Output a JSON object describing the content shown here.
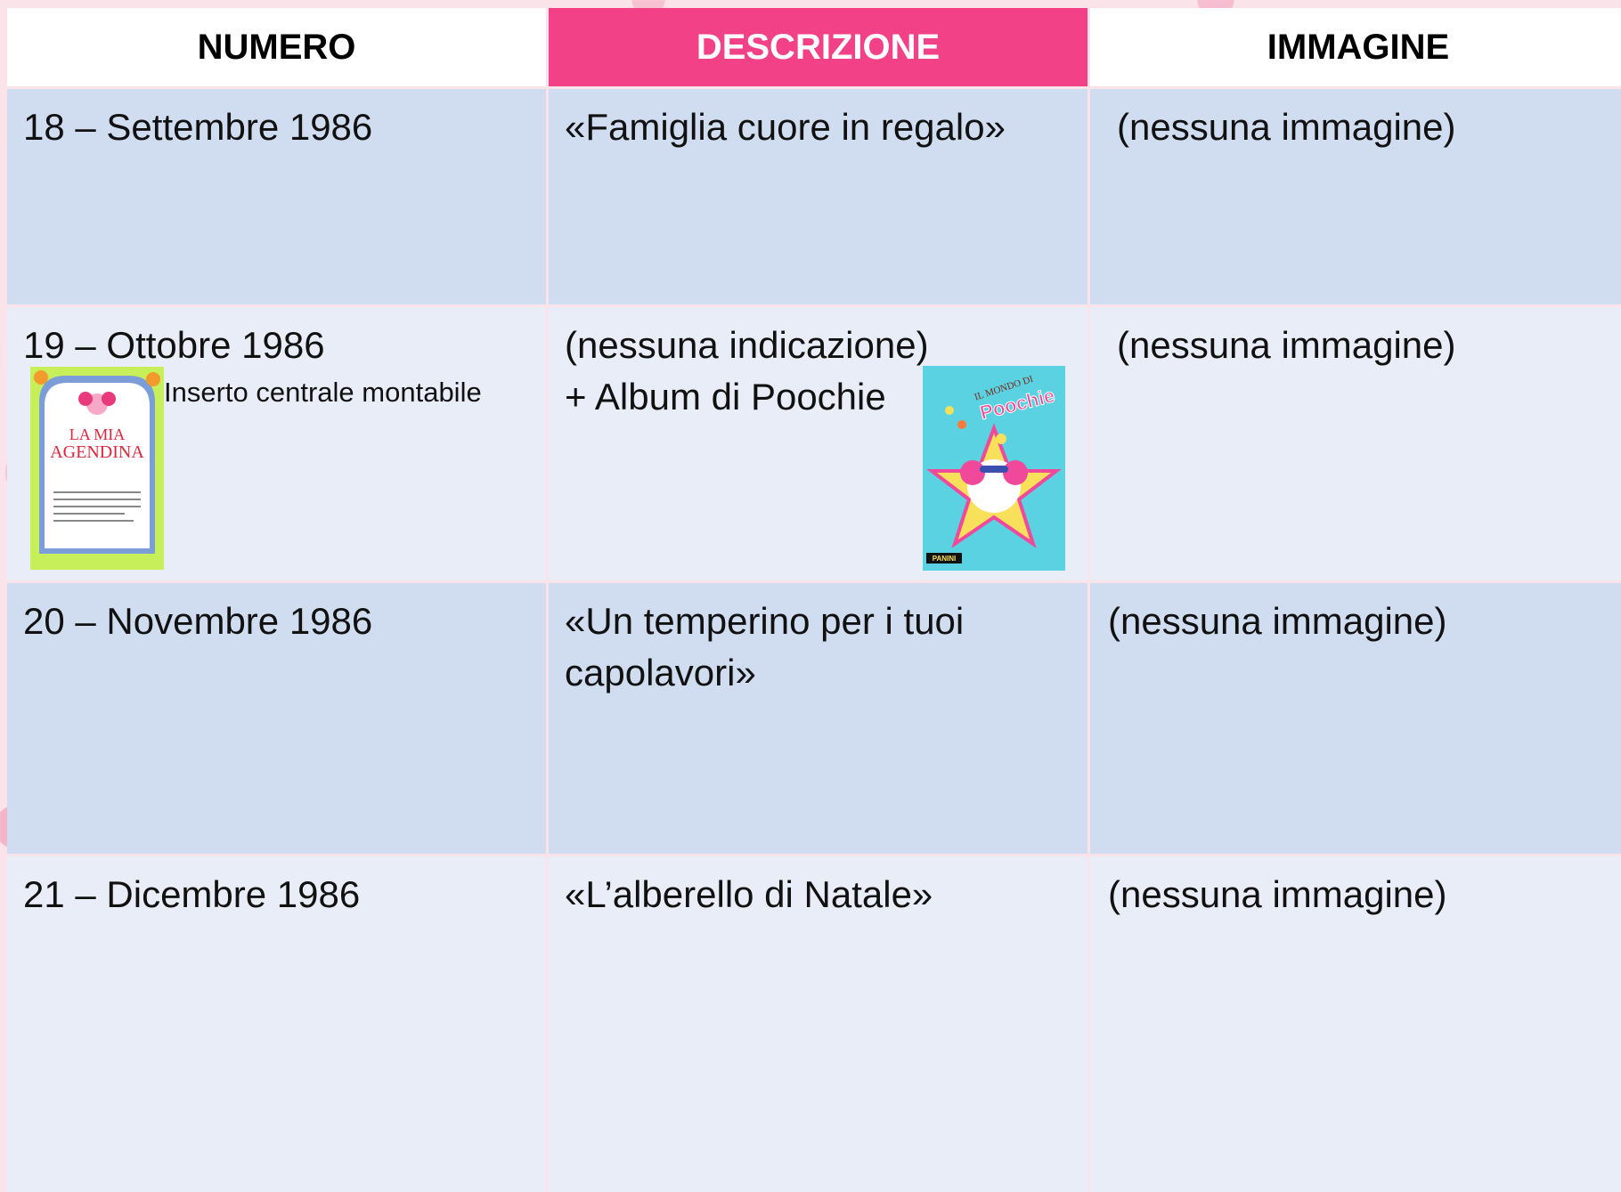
{
  "header": {
    "col1": "NUMERO",
    "col2": "DESCRIZIONE",
    "col3": "IMMAGINE"
  },
  "rows": [
    {
      "numero": "18 – Settembre 1986",
      "descrizione": "«Famiglia cuore in regalo»",
      "immagine": "(nessuna immagine)"
    },
    {
      "numero": "19 – Ottobre 1986",
      "note": "Inserto centrale montabile",
      "descrizione": "(nessuna indicazione)",
      "descrizione2": "+ Album di Poochie",
      "immagine": "(nessuna immagine)"
    },
    {
      "numero": "20 – Novembre 1986",
      "descrizione": "«Un temperino per i tuoi",
      "descrizione2": "capolavori»",
      "immagine": "(nessuna immagine)"
    },
    {
      "numero": "21 – Dicembre 1986",
      "descrizione": "«L’alberello di Natale»",
      "immagine": "(nessuna immagine)"
    }
  ],
  "images": {
    "agendina": {
      "title_line1": "LA MIA",
      "title_line2": "AGENDINA"
    },
    "album": {
      "line1": "IL MONDO DI",
      "line2": "Poochie",
      "brand": "PANINI"
    }
  },
  "colors": {
    "accent": "#f34187",
    "row_dark": "#d0dcef",
    "row_light": "#e8edf7"
  }
}
